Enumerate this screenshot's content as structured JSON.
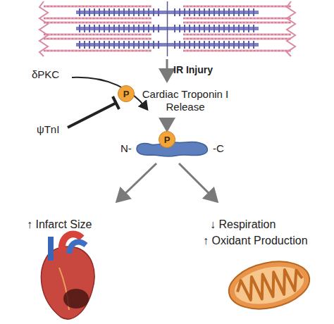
{
  "diagram": {
    "nodes": [
      {
        "text": [
          "P"
        ]
      },
      {
        "text": [
          "N-",
          "-C"
        ]
      },
      {
        "text": [
          "P"
        ],
        "in": 1
      }
    ],
    "labels": [
      "δPKC",
      "IR Injury",
      "Cardiac Troponin I Release",
      "ψTnI",
      "↑ Infarct Size",
      "↓ Respiration",
      "↑ Oxidant Production"
    ]
  }
}
